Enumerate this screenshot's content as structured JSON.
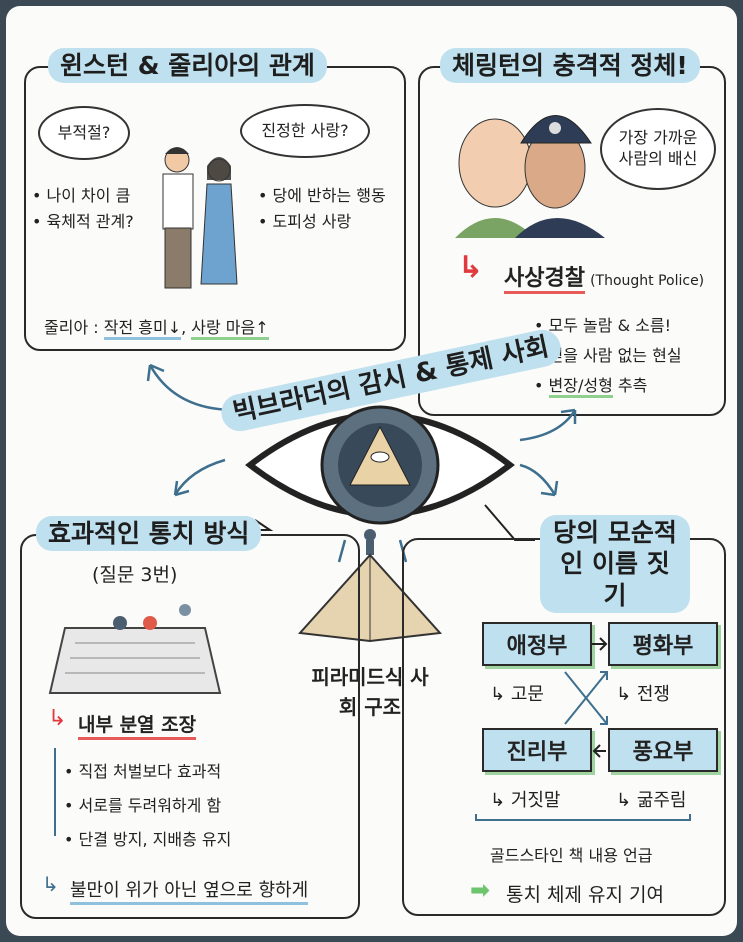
{
  "center": {
    "title": "빅브라더의 감시 & 통제 사회"
  },
  "winston_julia": {
    "title": "윈스턴 & 줄리아의 관계",
    "thought_left": "부적절?",
    "thought_right": "진정한 사랑?",
    "left_points": [
      "• 나이 차이 큼",
      "• 육체적 관계?"
    ],
    "right_points": [
      "• 당에 반하는 행동",
      "• 도피성 사랑"
    ],
    "summary_prefix": "줄리아 : ",
    "summary_a": "작전 흥미↓",
    "summary_sep": ", ",
    "summary_b": "사랑 마음↑"
  },
  "charrington": {
    "title": "체링턴의 충격적 정체!",
    "thought": "가장 가까운 사람의 배신",
    "reveal": "사상경찰",
    "reveal_en": "(Thought Police)",
    "points": [
      "• 모두 놀람 & 소름!",
      "• 믿을 사람 없는 현실"
    ],
    "point3_prefix": "• ",
    "point3_a": "변장/성형",
    "point3_b": " 추측"
  },
  "governance": {
    "title": "효과적인 통치 방식",
    "subtitle": "(질문 3번)",
    "main": "내부 분열 조장",
    "points": [
      "• 직접 처벌보다 효과적",
      "• 서로를 두려워하게 함",
      "• 단결 방지, 지배층 유지"
    ],
    "conclusion": "불만이 위가 아닌 옆으로 향하게"
  },
  "pyramid": {
    "label": "피라미드식 사회 구조"
  },
  "naming": {
    "title": "당의 모순적인 이름 짓기",
    "ministries": [
      {
        "name": "애정부",
        "meaning": "고문"
      },
      {
        "name": "평화부",
        "meaning": "전쟁"
      },
      {
        "name": "진리부",
        "meaning": "거짓말"
      },
      {
        "name": "풍요부",
        "meaning": "굶주림"
      }
    ],
    "note": "골드스타인 책 내용 언급",
    "conclusion": "통치 체제 유지 기여"
  },
  "colors": {
    "pill": "#bfe0ee",
    "red": "#e0393e",
    "green": "#6cc46c",
    "blue": "#3e6f8e"
  }
}
